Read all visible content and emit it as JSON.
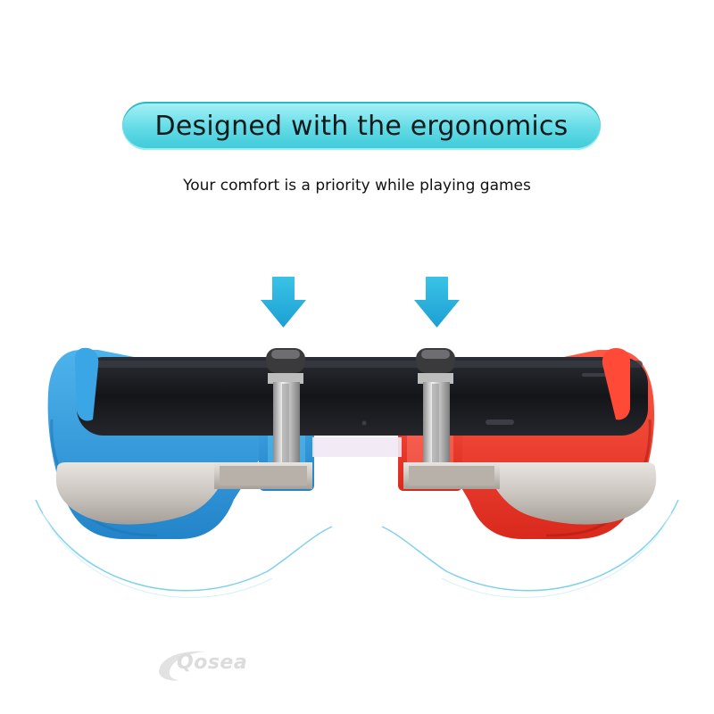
{
  "headline": "Designed with the ergonomics",
  "subtitle": "Your comfort is a priority while playing games",
  "watermark": "Qosea",
  "colors": {
    "accent_pill": "#62dbe6",
    "arrow": "#2ab7dd",
    "left_grip": "#2f9fe0",
    "right_grip": "#f23c2e",
    "phone": "#1b1d22",
    "trigger_metal": "#c9c4be"
  },
  "icons": [
    "arrow-down-icon"
  ]
}
